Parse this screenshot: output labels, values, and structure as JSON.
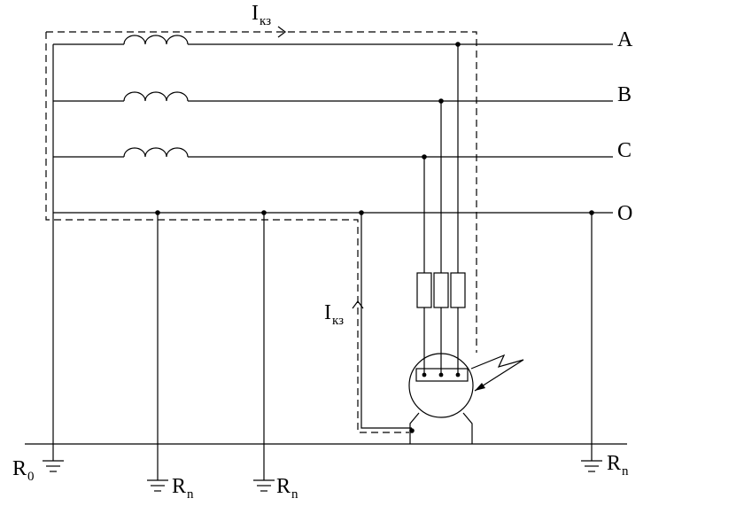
{
  "phases": {
    "a": "A",
    "b": "B",
    "c": "C",
    "o": "O"
  },
  "currents": {
    "top_main": "I",
    "top_sub": "кз",
    "mid_main": "I",
    "mid_sub": "кз"
  },
  "resistances": {
    "r0_main": "R",
    "r0_sub": "0",
    "rn1_main": "R",
    "rn1_sub": "n",
    "rn2_main": "R",
    "rn2_sub": "n",
    "rn3_main": "R",
    "rn3_sub": "n"
  }
}
